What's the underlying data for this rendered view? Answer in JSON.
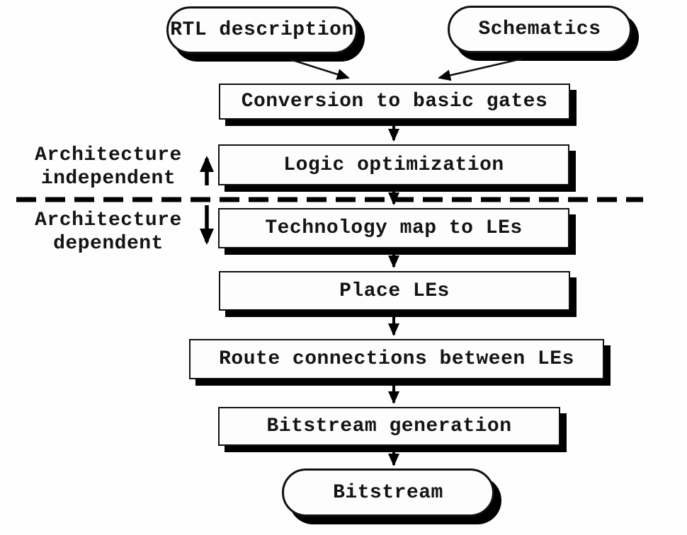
{
  "nodes": {
    "rtl": {
      "label": "RTL description",
      "shape": "stadium"
    },
    "schematics": {
      "label": "Schematics",
      "shape": "stadium"
    },
    "conversion": {
      "label": "Conversion to basic gates",
      "shape": "rect"
    },
    "logic": {
      "label": "Logic optimization",
      "shape": "rect"
    },
    "technology": {
      "label": "Technology map to LEs",
      "shape": "rect"
    },
    "place": {
      "label": "Place LEs",
      "shape": "rect"
    },
    "route": {
      "label": "Route connections between LEs",
      "shape": "rect"
    },
    "bitgen": {
      "label": "Bitstream generation",
      "shape": "rect"
    },
    "bitstream": {
      "label": "Bitstream",
      "shape": "stadium"
    }
  },
  "annotations": {
    "independent": {
      "line1": "Architecture",
      "line2": "independent"
    },
    "dependent": {
      "line1": "Architecture",
      "line2": "dependent"
    }
  },
  "colors": {
    "ink": "#111111",
    "shadow": "#000000",
    "box_fill": "#fdfdfd",
    "background": "#fefefe"
  }
}
